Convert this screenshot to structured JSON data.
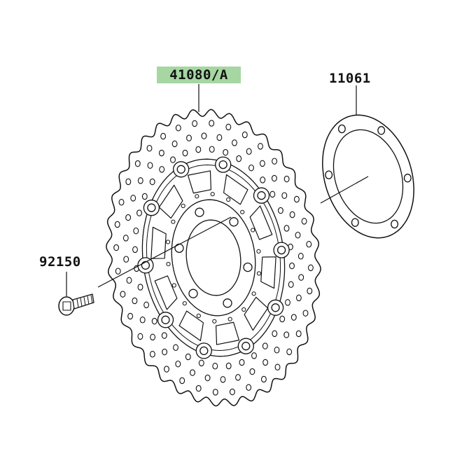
{
  "diagram": {
    "type": "exploded parts diagram",
    "parts": [
      {
        "part_number": "41080/A",
        "depicts": "brake-disc",
        "highlighted": true,
        "highlight_color": "#a6d6a2"
      },
      {
        "part_number": "11061",
        "depicts": "gasket"
      },
      {
        "part_number": "92150",
        "depicts": "bolt"
      }
    ],
    "colors": {
      "line": "#111111",
      "background": "#ffffff",
      "highlight": "#a6d6a2"
    }
  }
}
